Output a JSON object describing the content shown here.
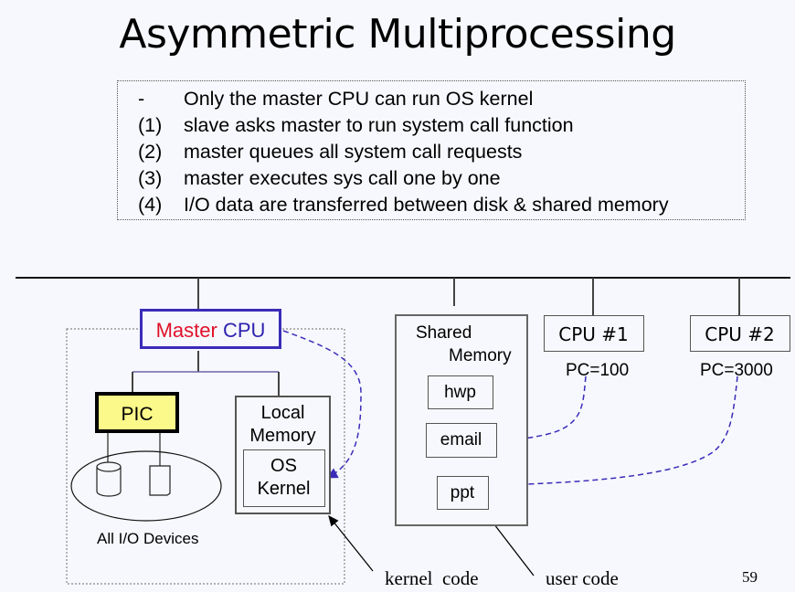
{
  "slide": {
    "title": "Asymmetric Multiprocessing",
    "page_number": "59",
    "bullets": [
      {
        "marker": "-",
        "text": "Only the master CPU can run OS kernel"
      },
      {
        "marker": "(1)",
        "text": "slave asks master to run system call function"
      },
      {
        "marker": "(2)",
        "text": "master queues all  system call requests"
      },
      {
        "marker": "(3)",
        "text": "master executes sys call one by one"
      },
      {
        "marker": "(4)",
        "text": "I/O data are transferred between  disk &  shared memory"
      }
    ]
  },
  "diagram": {
    "master_cpu": {
      "word1": "Master",
      "word2": "CPU",
      "word1_color": "#e0102a",
      "word2_color": "#2e22b0",
      "border_color": "#3a2cb8"
    },
    "pic": {
      "label": "PIC",
      "fill": "#fbf98a"
    },
    "io_devices": {
      "label": "All I/O Devices"
    },
    "local_memory": {
      "line1": "Local",
      "line2": "Memory"
    },
    "os_kernel": {
      "line1": "OS",
      "line2": "Kernel"
    },
    "shared_memory": {
      "line1": "Shared",
      "line2": "Memory",
      "programs": [
        "hwp",
        "email",
        "ppt"
      ]
    },
    "cpus": [
      {
        "label": "CPU #1",
        "pc": "PC=100"
      },
      {
        "label": "CPU #2",
        "pc": "PC=3000"
      }
    ],
    "annotations": {
      "kernel_code": "kernel  code",
      "user_code": "user code"
    },
    "arrow_color": "#3a2cb8"
  }
}
